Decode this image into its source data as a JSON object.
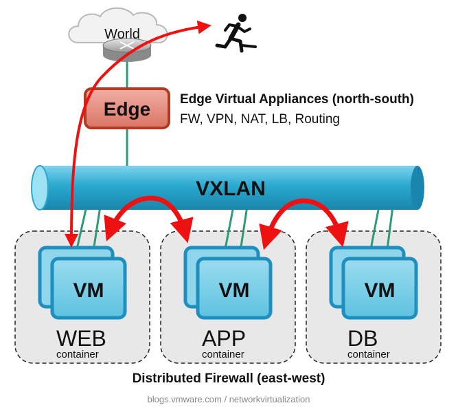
{
  "world": {
    "label": "World"
  },
  "edge": {
    "label": "Edge",
    "title": "Edge Virtual Appliances (north-south)",
    "services": "FW, VPN, NAT, LB, Routing"
  },
  "vxlan": {
    "label": "VXLAN"
  },
  "containers": [
    {
      "name": "WEB",
      "sub": "container",
      "vm_label": "VM"
    },
    {
      "name": "APP",
      "sub": "container",
      "vm_label": "VM"
    },
    {
      "name": "DB",
      "sub": "container",
      "vm_label": "VM"
    }
  ],
  "firewall": {
    "label": "Distributed Firewall (east-west)"
  },
  "footer": {
    "credit": "blogs.vmware.com / networkvirtualization"
  },
  "colors": {
    "vxlan_pipe": "#2aa9cf",
    "vm_fill": "#7fd0e8",
    "vm_border": "#1f8fbf",
    "container_fill": "#e8e8e8",
    "edge_fill": "#e08a80",
    "edge_border": "#b23a20",
    "arrow_red": "#ee1111",
    "link_green": "#2e9a78"
  }
}
